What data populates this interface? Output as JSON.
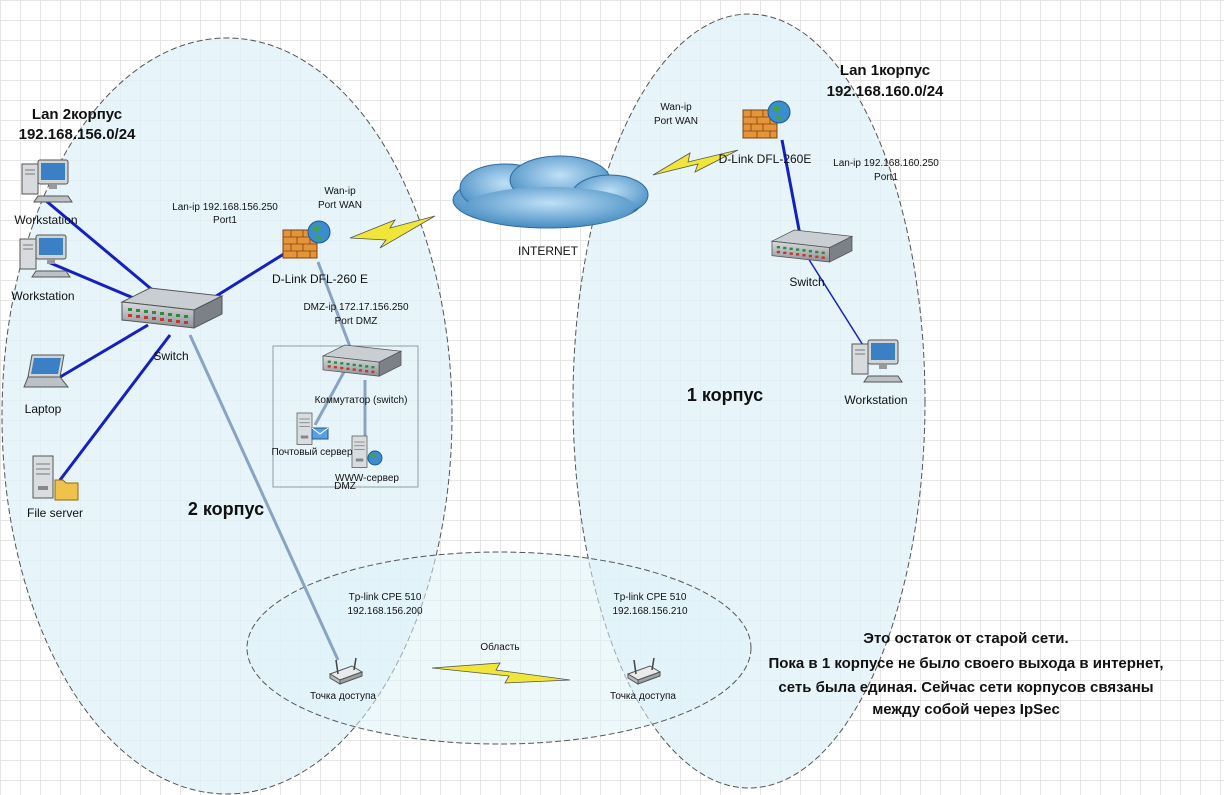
{
  "lan2": {
    "title": "Lan 2корпус",
    "subnet": "192.168.156.0/24"
  },
  "lan1": {
    "title": "Lan 1корпус",
    "subnet": "192.168.160.0/24"
  },
  "internet": {
    "label": "INTERNET"
  },
  "fw2": {
    "name": "D-Link DFL-260 E",
    "lan": "Lan-ip 192.168.156.250",
    "lan_port": "Port1",
    "wan": "Wan-ip",
    "wan_port": "Port WAN",
    "dmz": "DMZ-ip 172.17.156.250",
    "dmz_port": "Port DMZ"
  },
  "fw1": {
    "name": "D-Link DFL-260E",
    "wan": "Wan-ip",
    "wan_port": "Port WAN",
    "lan": "Lan-ip 192.168.160.250",
    "lan_port": "Port1"
  },
  "left_devices": {
    "ws1": "Workstation",
    "ws2": "Workstation",
    "laptop": "Laptop",
    "fileserver": "File server",
    "switch": "Switch"
  },
  "dmz": {
    "switch": "Коммутатор (switch)",
    "mail": "Почтовый сервер",
    "www": "WWW-сервер",
    "label": "DMZ"
  },
  "right_devices": {
    "switch": "Switch",
    "ws": "Workstation"
  },
  "zones": {
    "k2": "2 корпус",
    "k1": "1 корпус"
  },
  "bridge": {
    "ap_left_model": "Tp-link CPE 510",
    "ap_left_ip": "192.168.156.200",
    "ap_left_label": "Точка доступа",
    "ap_right_model": "Tp-link CPE 510",
    "ap_right_ip": "192.168.156.210",
    "ap_right_label": "Точка доступа",
    "area": "Область"
  },
  "note": {
    "line1": "Это остаток от старой сети.",
    "line2": "Пока в 1 корпусе не было своего выхода в интернет,",
    "line3": "сеть была единая. Сейчас сети корпусов связаны",
    "line4": "между собой через IpSec"
  }
}
